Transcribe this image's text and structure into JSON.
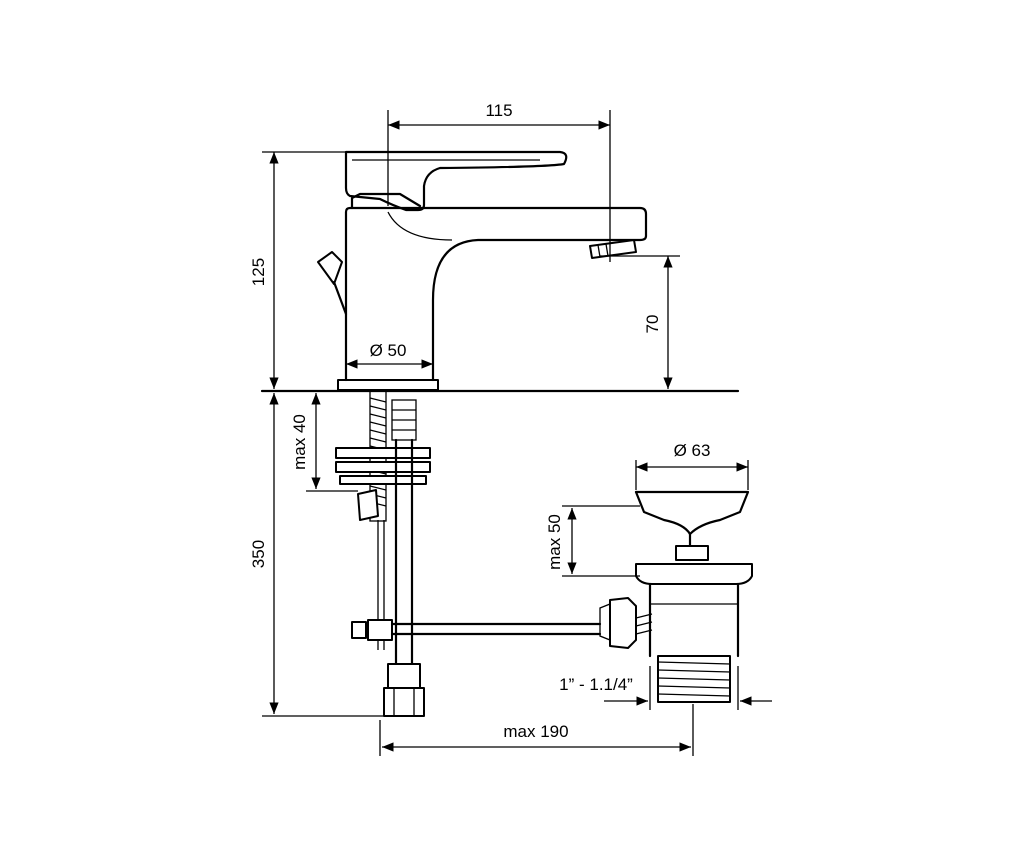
{
  "dimensions": {
    "spout_reach": "115",
    "total_height": "125",
    "spout_height": "70",
    "body_diameter": "Ø 50",
    "max_deck_thickness": "max 40",
    "connection_length": "350",
    "drain_diameter": "Ø 63",
    "drain_max_depth": "max 50",
    "drain_thread": "1” - 1.1/4”",
    "max_rod_reach": "max 190"
  }
}
